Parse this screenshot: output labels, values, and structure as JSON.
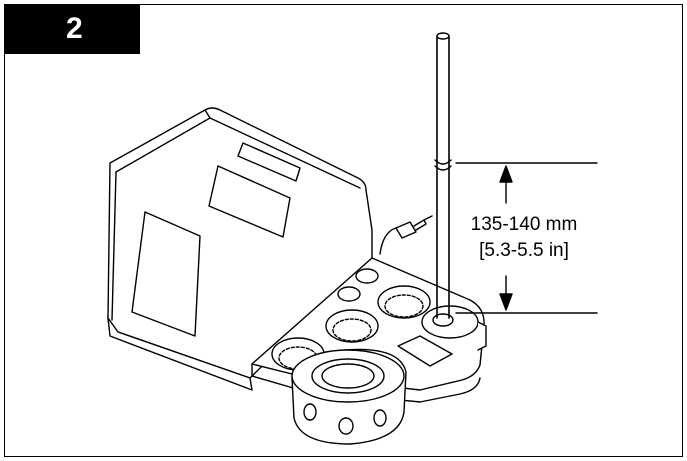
{
  "step": {
    "number": "2"
  },
  "dimension": {
    "metric": "135-140 mm",
    "imperial": "[5.3-5.5 in]"
  },
  "colors": {
    "ink": "#000000",
    "background": "#ffffff",
    "badge": "#000000"
  }
}
